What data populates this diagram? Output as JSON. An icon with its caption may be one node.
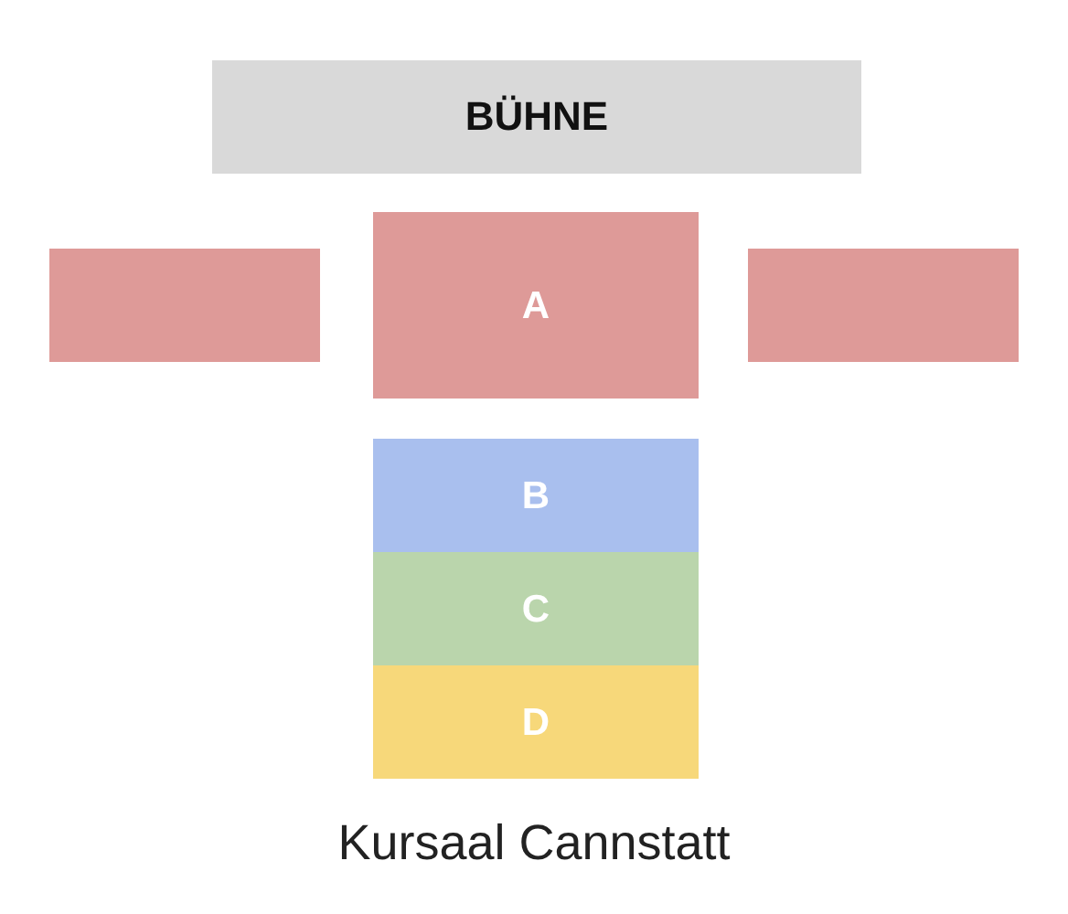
{
  "diagram": {
    "caption": "Kursaal Cannstatt",
    "nodes": [
      {
        "text": [
          "BÜHNE"
        ]
      },
      {
        "text": [],
        "shape": "box"
      },
      {
        "text": [
          "A"
        ]
      },
      {
        "text": [],
        "shape": "box"
      },
      {
        "text": [
          "B"
        ]
      },
      {
        "text": [
          "C"
        ]
      },
      {
        "text": [
          "D"
        ]
      }
    ],
    "edges": []
  }
}
